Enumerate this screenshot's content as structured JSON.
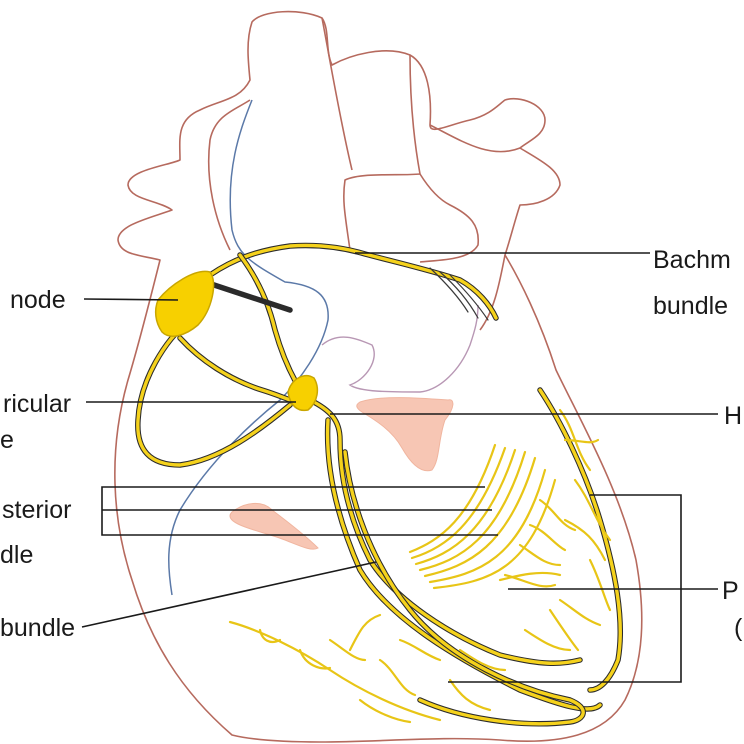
{
  "labels": {
    "sa_node": "node",
    "bachmann_line1": "Bachm",
    "bachmann_line2": "bundle",
    "av_node_line1": "ricular",
    "av_node_line2": "e",
    "his": "H",
    "posterior_line1": "sterior",
    "posterior_line2": "dle",
    "bundle": "bundle",
    "purkinje_line1": "P",
    "purkinje_line2": "("
  },
  "colors": {
    "conduction": "#f5d21c",
    "node_fill": "#f7d000",
    "heart_outline": "#b66a5e",
    "septum_line": "#5b79a8",
    "papillary_muscle": "#f7c6b4"
  }
}
